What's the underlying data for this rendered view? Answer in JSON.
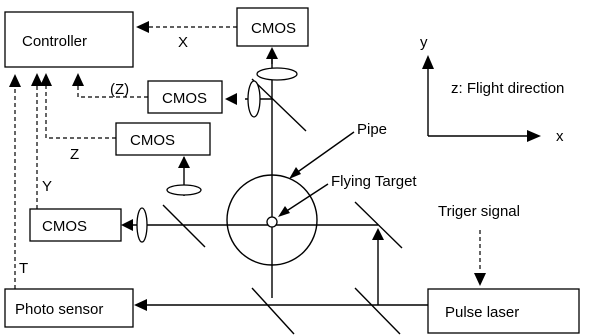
{
  "blocks": {
    "controller": "Controller",
    "cmos_top": "CMOS",
    "cmos_mid": "CMOS",
    "cmos_low": "CMOS",
    "cmos_left": "CMOS",
    "photo_sensor": "Photo sensor",
    "pulse_laser": "Pulse laser"
  },
  "signal_labels": {
    "x": "X",
    "z_paren": "(Z)",
    "z": "Z",
    "y": "Y",
    "t": "T"
  },
  "annotations": {
    "pipe": "Pipe",
    "flying_target": "Flying Target",
    "trigger_signal": "Triger signal"
  },
  "axes": {
    "y": "y",
    "x": "x",
    "z_note": "z: Flight direction"
  },
  "colors": {
    "line": "#000000",
    "background": "#ffffff"
  }
}
